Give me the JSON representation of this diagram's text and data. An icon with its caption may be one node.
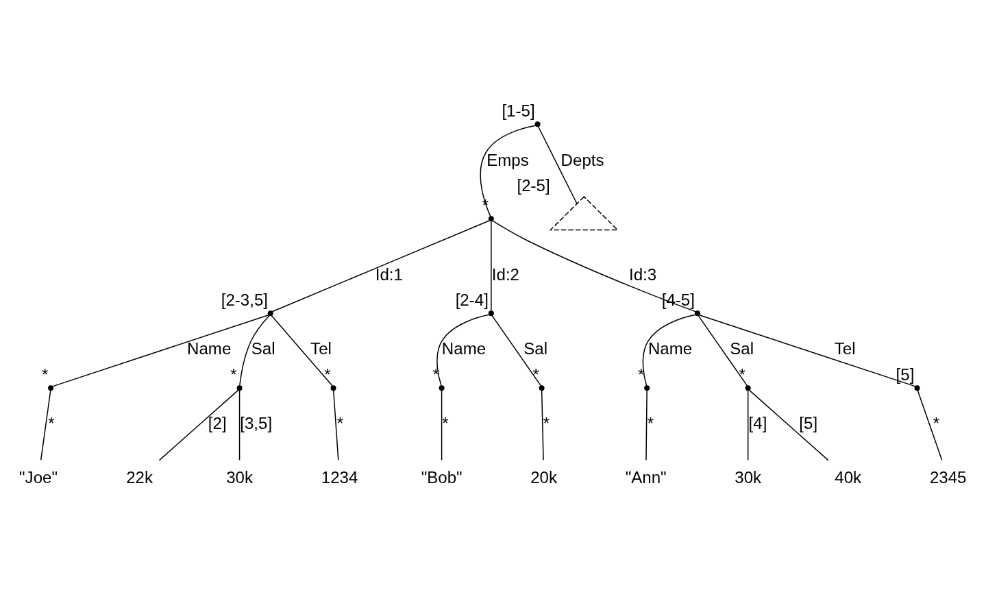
{
  "diagram": {
    "nodes": [
      {
        "text": [],
        "shape": "point",
        "beside": [
          "[1-5]"
        ]
      },
      {
        "text": [],
        "shape": "point",
        "beside": [
          "*"
        ]
      },
      {
        "text": [],
        "shape": "triangle",
        "beside": [
          "[2-5]"
        ]
      },
      {
        "text": [],
        "shape": "point",
        "beside": [
          "[2-3,5]"
        ]
      },
      {
        "text": [],
        "shape": "point",
        "beside": [
          "[2-4]"
        ]
      },
      {
        "text": [],
        "shape": "point",
        "beside": [
          "[4-5]"
        ]
      },
      {
        "text": [],
        "shape": "point",
        "beside": [
          "*"
        ]
      },
      {
        "text": [],
        "shape": "point",
        "beside": [
          "*"
        ]
      },
      {
        "text": [],
        "shape": "point",
        "beside": [
          "*"
        ]
      },
      {
        "text": [],
        "shape": "point",
        "beside": [
          "*"
        ]
      },
      {
        "text": [],
        "shape": "point",
        "beside": [
          "*"
        ]
      },
      {
        "text": [],
        "shape": "point",
        "beside": [
          "*"
        ]
      },
      {
        "text": [],
        "shape": "point",
        "beside": [
          "*"
        ]
      },
      {
        "text": [],
        "shape": "point",
        "beside": [
          "[5]"
        ]
      },
      {
        "text": [
          "\"Joe\""
        ]
      },
      {
        "text": [
          "22k"
        ]
      },
      {
        "text": [
          "30k"
        ]
      },
      {
        "text": [
          "1234"
        ]
      },
      {
        "text": [
          "\"Bob\""
        ]
      },
      {
        "text": [
          "20k"
        ]
      },
      {
        "text": [
          "\"Ann\""
        ]
      },
      {
        "text": [
          "30k"
        ]
      },
      {
        "text": [
          "40k"
        ]
      },
      {
        "text": [
          "2345"
        ]
      }
    ],
    "edges": [
      {
        "from": 0,
        "to": 1,
        "arrow": "none",
        "label": "Emps"
      },
      {
        "from": 0,
        "to": 2,
        "arrow": "none",
        "label": "Depts"
      },
      {
        "from": 1,
        "to": 3,
        "arrow": "none",
        "label": "Id:1"
      },
      {
        "from": 1,
        "to": 4,
        "arrow": "none",
        "label": "Id:2"
      },
      {
        "from": 1,
        "to": 5,
        "arrow": "none",
        "label": "Id:3"
      },
      {
        "from": 3,
        "to": 6,
        "arrow": "none",
        "label": "Name"
      },
      {
        "from": 3,
        "to": 7,
        "arrow": "none",
        "label": "Sal"
      },
      {
        "from": 3,
        "to": 8,
        "arrow": "none",
        "label": "Tel"
      },
      {
        "from": 4,
        "to": 9,
        "arrow": "none",
        "label": "Name"
      },
      {
        "from": 4,
        "to": 10,
        "arrow": "none",
        "label": "Sal"
      },
      {
        "from": 5,
        "to": 11,
        "arrow": "none",
        "label": "Name"
      },
      {
        "from": 5,
        "to": 12,
        "arrow": "none",
        "label": "Sal"
      },
      {
        "from": 5,
        "to": 13,
        "arrow": "none",
        "label": "Tel"
      },
      {
        "from": 6,
        "to": 14,
        "arrow": "none",
        "label": "*"
      },
      {
        "from": 7,
        "to": 15,
        "arrow": "none",
        "label": "[2]"
      },
      {
        "from": 7,
        "to": 16,
        "arrow": "none",
        "label": "[3,5]"
      },
      {
        "from": 8,
        "to": 17,
        "arrow": "none",
        "label": "*"
      },
      {
        "from": 9,
        "to": 18,
        "arrow": "none",
        "label": "*"
      },
      {
        "from": 10,
        "to": 19,
        "arrow": "none",
        "label": "*"
      },
      {
        "from": 11,
        "to": 20,
        "arrow": "none",
        "label": "*"
      },
      {
        "from": 12,
        "to": 21,
        "arrow": "none",
        "label": "[4]"
      },
      {
        "from": 12,
        "to": 22,
        "arrow": "none",
        "label": "[5]"
      },
      {
        "from": 13,
        "to": 23,
        "arrow": "none",
        "label": "*"
      }
    ]
  }
}
